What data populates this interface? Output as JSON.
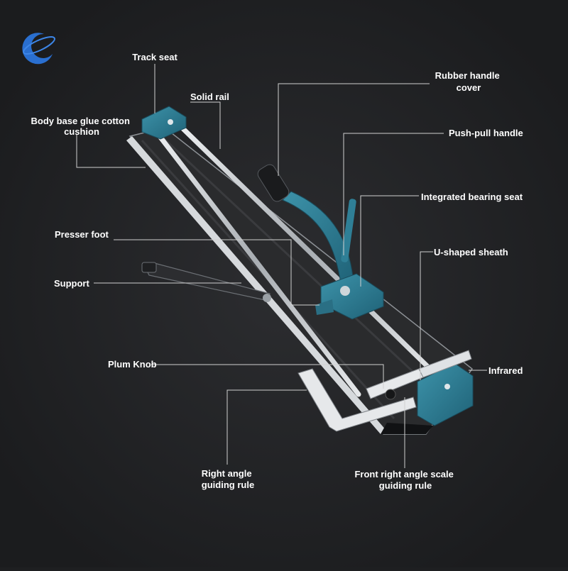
{
  "labels": {
    "track_seat": "Track seat",
    "solid_rail": "Solid rail",
    "rubber_handle_cover": [
      "Rubber handle",
      "cover"
    ],
    "body_base_cushion": [
      "Body base glue cotton",
      "cushion"
    ],
    "push_pull_handle": "Push-pull handle",
    "integrated_bearing_seat": "Integrated bearing seat",
    "presser_foot": "Presser foot",
    "u_shaped_sheath": "U-shaped sheath",
    "support": "Support",
    "plum_knob": "Plum Knob",
    "infrared": "Infrared",
    "right_angle_rule": [
      "Right angle",
      "guiding rule"
    ],
    "front_scale_rule": [
      "Front right angle scale",
      "guiding rule"
    ]
  },
  "colors": {
    "background": "#1e1f21",
    "accent_teal": "#2f7f96",
    "rail_silver": "#c9ccd0",
    "label_text": "#ffffff",
    "leader_line": "#d0d0d0"
  },
  "icons": {
    "brand_logo": "crescent-logo-icon"
  }
}
